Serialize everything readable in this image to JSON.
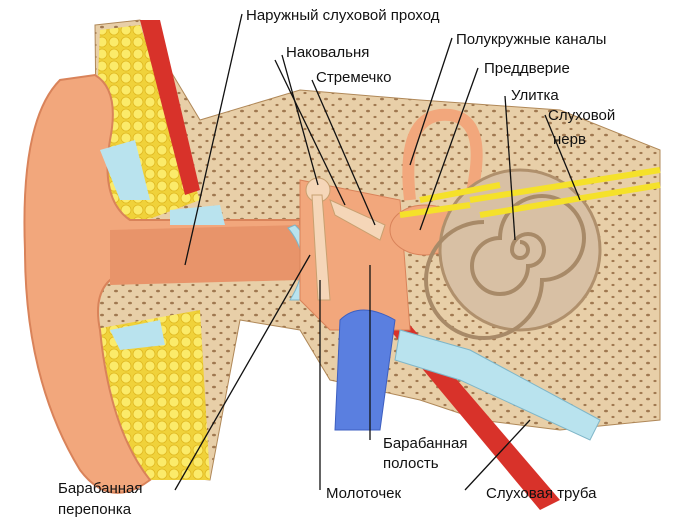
{
  "labels": {
    "ear_canal": "Наружный слуховой проход",
    "incus": "Наковальня",
    "stapes": "Стремечко",
    "semicircular_canals": "Полукружные каналы",
    "vestibule": "Преддверие",
    "cochlea": "Улитка",
    "auditory_nerve_1": "Слуховой",
    "auditory_nerve_2": "нерв",
    "tympanic_cavity_1": "Барабанная",
    "tympanic_cavity_2": "полость",
    "eardrum_1": "Барабанная",
    "eardrum_2": "перепонка",
    "malleus": "Молоточек",
    "eustachian_tube": "Слуховая труба"
  },
  "colors": {
    "bone": "#e8cfa8",
    "bone_pores": "#a07850",
    "skin": "#f2a77c",
    "skin_dark": "#d9835a",
    "fat": "#f7e34a",
    "muscle": "#d8322a",
    "cartilage": "#b9e3ee",
    "tube": "#5a7fe0",
    "nerve": "#f5e12a",
    "cochlea": "#d8c0a4"
  }
}
